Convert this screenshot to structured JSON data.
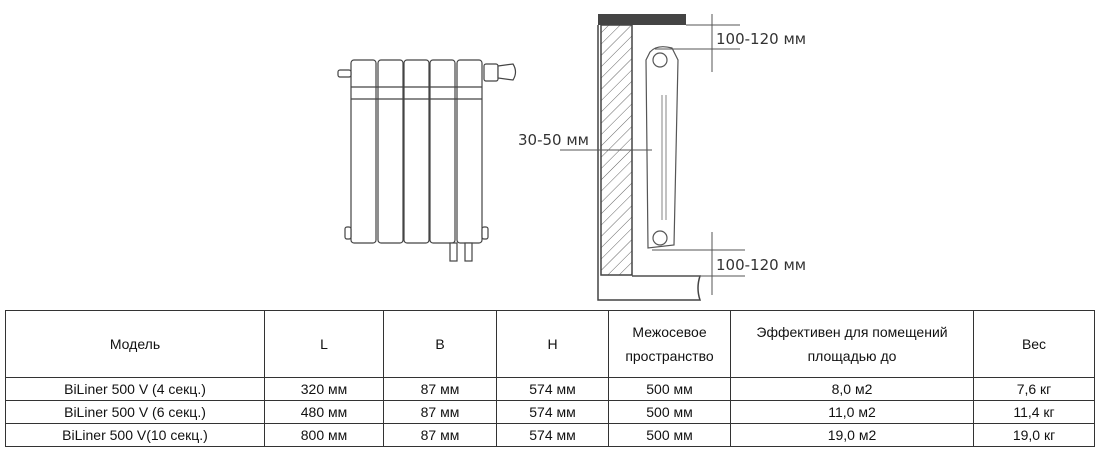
{
  "diagram": {
    "labels": {
      "top_gap": "100-120 мм",
      "wall_gap": "30-50 мм",
      "bottom_gap": "100-120 мм"
    }
  },
  "table": {
    "headers": [
      "Модель",
      "L",
      "B",
      "H",
      "Межосевое пространство",
      "Эффективен для помещений площадью до",
      "Вес"
    ],
    "header_lines": {
      "col4": [
        "Межосевое",
        "пространство"
      ],
      "col5": [
        "Эффективен для помещений",
        "площадью до"
      ]
    },
    "rows": [
      [
        "BiLiner 500 V (4 секц.)",
        "320 мм",
        "87 мм",
        "574 мм",
        "500 мм",
        "8,0 м2",
        "7,6 кг"
      ],
      [
        "BiLiner 500 V (6 секц.)",
        "480 мм",
        "87 мм",
        "574 мм",
        "500 мм",
        "11,0 м2",
        "11,4 кг"
      ],
      [
        "BiLiner 500 V(10 секц.)",
        "800 мм",
        "87 мм",
        "574 мм",
        "500 мм",
        "19,0 м2",
        "19,0 кг"
      ]
    ]
  }
}
